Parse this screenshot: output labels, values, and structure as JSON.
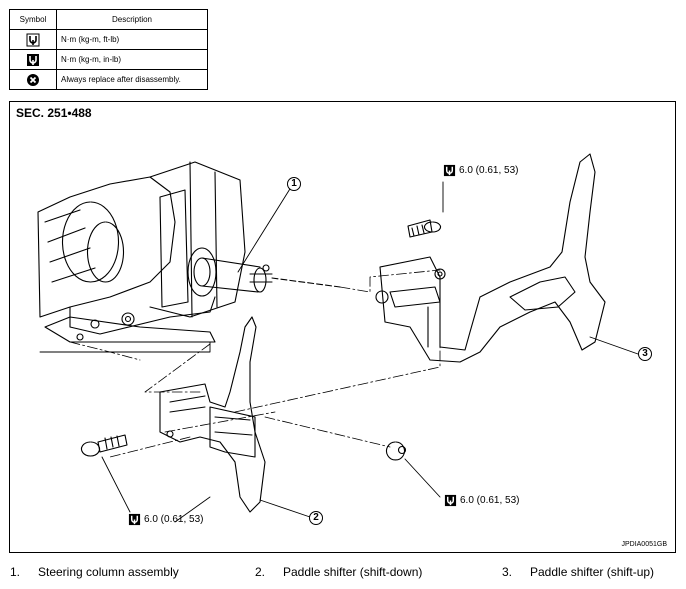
{
  "legend": {
    "header_symbol": "Symbol",
    "header_description": "Description",
    "rows": [
      {
        "icon": "torque-wrench-icon",
        "description": "N·m (kg-m, ft-lb)"
      },
      {
        "icon": "torque-wrench-solid-icon",
        "description": "N·m (kg-m, in-lb)"
      },
      {
        "icon": "replace-part-icon",
        "description": "Always replace after disassembly."
      }
    ]
  },
  "diagram": {
    "section": "SEC. 251•488",
    "code": "JPDIA0051GB",
    "torque_top": "6.0 (0.61, 53)",
    "torque_bottom_left": "6.0 (0.61, 53)",
    "torque_bottom_right": "6.0 (0.61, 53)",
    "callouts": [
      "1",
      "2",
      "3"
    ]
  },
  "captions": [
    {
      "num": "1.",
      "text": "Steering column assembly"
    },
    {
      "num": "2.",
      "text": "Paddle shifter (shift-down)"
    },
    {
      "num": "3.",
      "text": "Paddle shifter (shift-up)"
    }
  ]
}
